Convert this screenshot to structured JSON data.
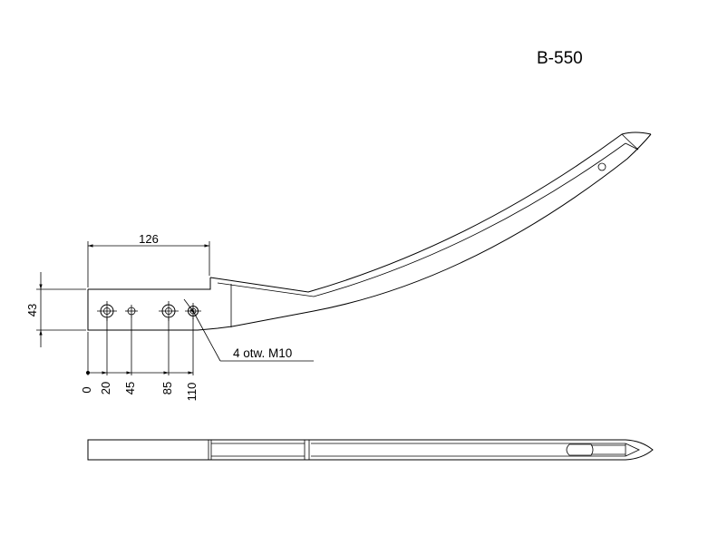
{
  "title": "B-550",
  "dimensions": {
    "width_label": "126",
    "height_label": "43",
    "hole_positions": [
      "0",
      "20",
      "45",
      "85",
      "110"
    ]
  },
  "hole_note": "4 otw. M10"
}
